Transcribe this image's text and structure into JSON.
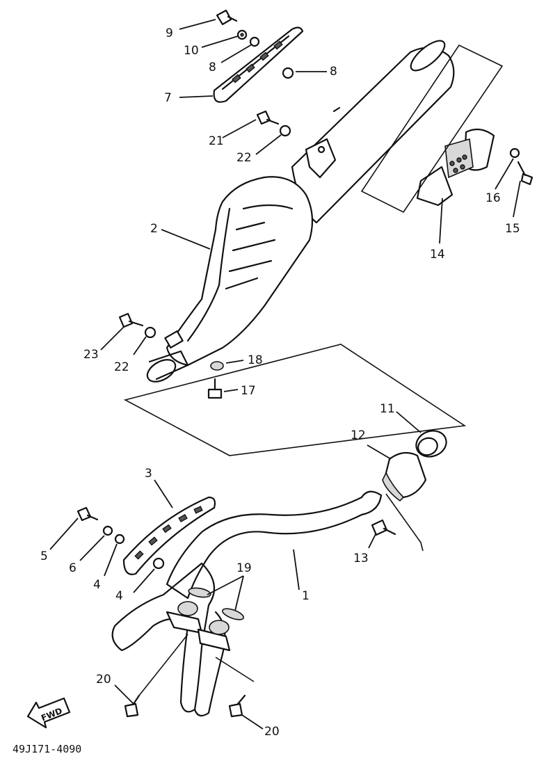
{
  "diagram_code": "49J171-4090",
  "fwd_label": "FWD",
  "callouts": {
    "c1": "1",
    "c2": "2",
    "c3": "3",
    "c4a": "4",
    "c4b": "4",
    "c5": "5",
    "c6": "6",
    "c7": "7",
    "c8a": "8",
    "c8b": "8",
    "c9": "9",
    "c10": "10",
    "c11": "11",
    "c12": "12",
    "c13": "13",
    "c14": "14",
    "c15": "15",
    "c16": "16",
    "c17": "17",
    "c18": "18",
    "c19": "19",
    "c20a": "20",
    "c20b": "20",
    "c21": "21",
    "c22a": "22",
    "c22b": "22",
    "c23": "23"
  }
}
